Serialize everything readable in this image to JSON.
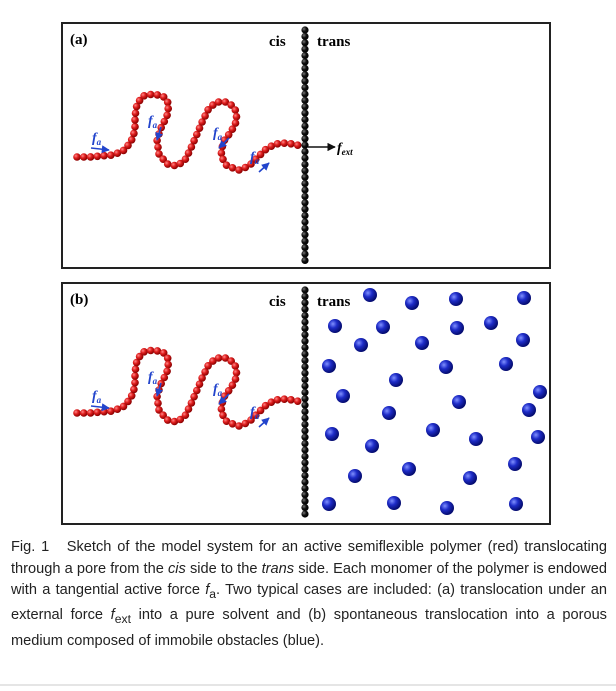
{
  "figure": {
    "panel_a": {
      "label": "(a)",
      "cis_label": "cis",
      "trans_label": "trans",
      "active_force_label": "f",
      "active_force_sub": "a",
      "external_force_label": "f",
      "external_force_sub": "ext"
    },
    "panel_b": {
      "label": "(b)",
      "cis_label": "cis",
      "trans_label": "trans",
      "active_force_label": "f",
      "active_force_sub": "a"
    },
    "colors": {
      "polymer": "#d81818",
      "wall": "#111111",
      "obstacle": "#1a25b8",
      "arrow": "#2244cc"
    }
  },
  "caption": {
    "fig_label": "Fig. 1",
    "t1": "Sketch of the model system for an active semiflexible polymer (red) translocating through a pore from the ",
    "cis": "cis",
    "t2": " side to the ",
    "trans": "trans",
    "t3": " side. Each monomer of the polymer is endowed with a tangential active force ",
    "fa_f": "f",
    "fa_sub": "a",
    "t4": ". Two typical cases are included: (a) translocation under an external force ",
    "fext_f": "f",
    "fext_sub": "ext",
    "t5": " into a pure solvent and (b) spontaneous translocation into a porous medium composed of immobile obstacles (blue)."
  }
}
